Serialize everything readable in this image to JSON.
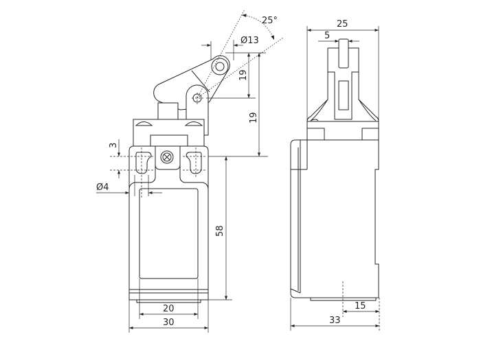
{
  "drawing": {
    "title": "Limit switch with adjustable roller lever - dimensional drawing",
    "front_view": {
      "dims": {
        "roller_diameter": "Ø13",
        "angle": "25°",
        "lever_height": "19",
        "pivot_height": "19",
        "slot_pitch": "3",
        "hole_diameter": "Ø4",
        "mount_height": "58",
        "mount_spacing": "20",
        "width": "30"
      }
    },
    "side_view": {
      "dims": {
        "head_width": "25",
        "plunger_width": "5",
        "offset": "15",
        "depth": "33"
      }
    },
    "colors": {
      "line": "#222222",
      "background": "#ffffff"
    }
  }
}
